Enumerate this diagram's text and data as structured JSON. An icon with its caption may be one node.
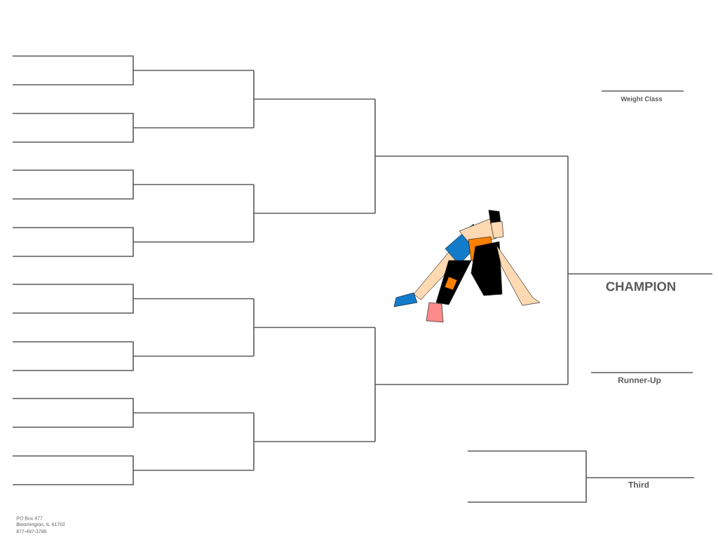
{
  "diagram": {
    "labels": [
      "Weight Class",
      "CHAMPION",
      "Runner-Up",
      "Third",
      "PO Box 477",
      "Bloomington, IL 61702",
      "877-497-3785"
    ]
  }
}
